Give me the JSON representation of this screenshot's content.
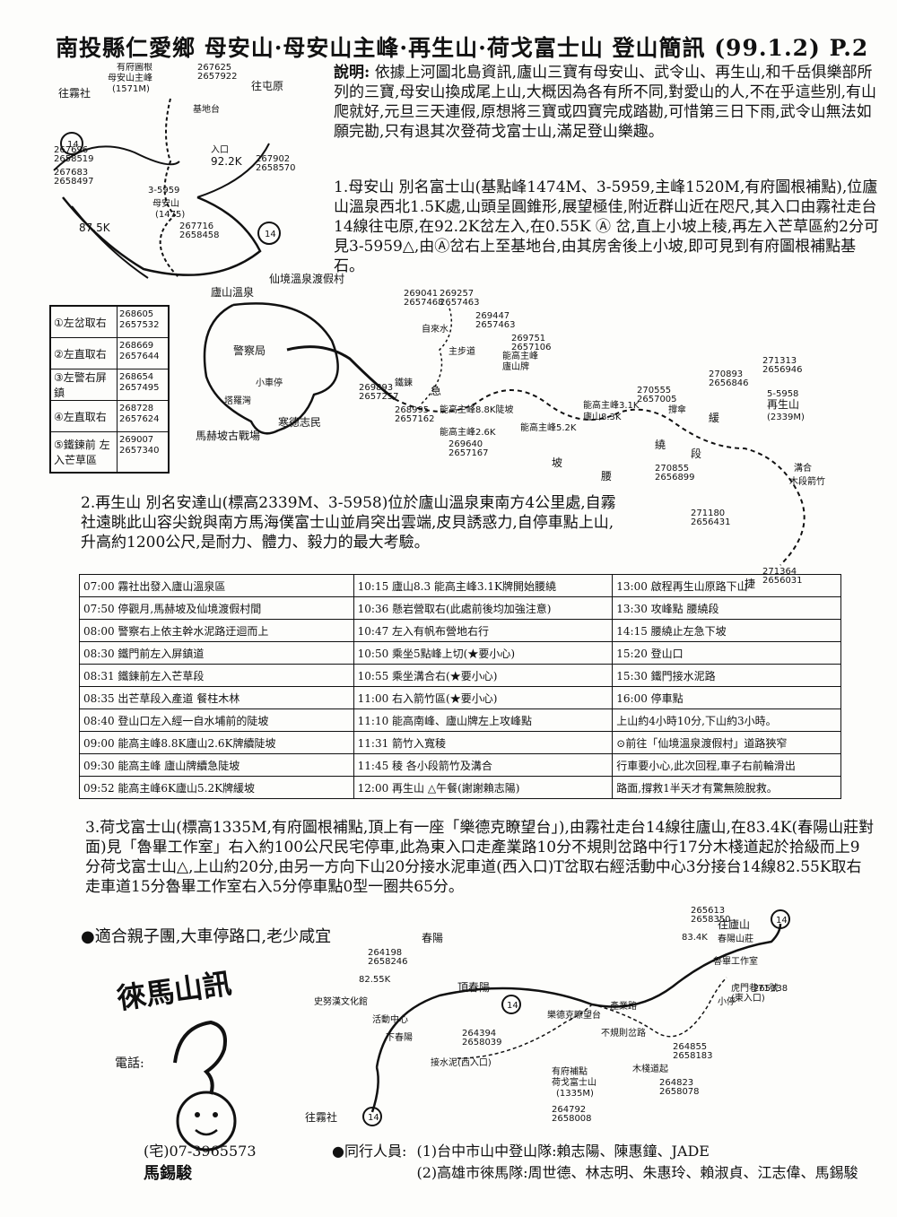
{
  "header": {
    "title": "南投縣仁愛鄉 母安山·母安山主峰·再生山·荷戈富士山 登山簡訊 (99.1.2) P.2"
  },
  "description": {
    "label": "說明:",
    "text": "依據上河圖北島資訊,廬山三寶有母安山、武令山、再生山,和千岳俱樂部所列的三寶,母安山換成尾上山,大概因為各有所不同,對愛山的人,不在乎這些別,有山爬就好,元旦三天連假,原想將三寶或四寶完成踏勘,可惜第三日下雨,武令山無法如願完勘,只有退其次登荷戈富士山,滿足登山樂趣。"
  },
  "section1": {
    "text": "1.母安山 別名富士山(基點峰1474M、3-5959,主峰1520M,有府圖根補點),位廬山溫泉西北1.5K處,山頭呈圓錐形,展望極佳,附近群山近在咫尺,其入口由霧社走台14線往屯原,在92.2K岔左入,在0.55K Ⓐ 岔,直上小坡上稜,再左入芒草區約2分可見3-5959△,由Ⓐ岔右上至基地台,由其房舍後上小坡,即可見到有府圖根補點基石。"
  },
  "map1": {
    "labels": [
      "往霧社",
      "往屯原",
      "有府圖根",
      "母安山主峰",
      "(1571M)",
      "基地台",
      "入口",
      "92.2K",
      "3-5959",
      "母安山",
      "(1475)",
      "87.5K",
      "14",
      "14"
    ],
    "coords": [
      "267625",
      "2657922",
      "267696",
      "2658519",
      "267683",
      "2658497",
      "267902",
      "2658570",
      "267716",
      "2658458"
    ]
  },
  "coord_table": [
    {
      "label": "①左岔取右",
      "e": "268605",
      "n": "2657532"
    },
    {
      "label": "②左直取右",
      "e": "268669",
      "n": "2657644"
    },
    {
      "label": "③左警右屏鎮",
      "e": "268654",
      "n": "2657495"
    },
    {
      "label": "④左直取右",
      "e": "268728",
      "n": "2657624"
    },
    {
      "label": "⑤鐵鍊前 左入芒草區",
      "e": "269007",
      "n": "2657340"
    }
  ],
  "map2": {
    "labels": [
      "廬山溫泉",
      "仙境溫泉渡假村",
      "警察局",
      "小車停",
      "塔羅灣",
      "馬赫坡古戰場",
      "寒德志民",
      "自來水",
      "主步道",
      "能高主峰",
      "廬山牌",
      "能高主峰8.8K陡坡",
      "能高主峰2.6K",
      "能高主峰5.2K",
      "能高主峰3.1K",
      "廬山8.3K",
      "撐傘",
      "鐵鍊",
      "再生山",
      "(2339M)",
      "溝合",
      "木段箭竹",
      "捷",
      "坡",
      "腰",
      "繞",
      "段",
      "緩",
      "急",
      "5-5958"
    ],
    "coords": [
      "269041",
      "2657468",
      "269257",
      "2657463",
      "269447",
      "2657463",
      "269751",
      "2657106",
      "269893",
      "2657257",
      "268995",
      "2657162",
      "269640",
      "2657167",
      "270893",
      "2656846",
      "271313",
      "2656946",
      "271180",
      "2656431",
      "271364",
      "2656031",
      "270555",
      "2657005",
      "270855",
      "2656899"
    ]
  },
  "section2": {
    "text": "2.再生山 別名安達山(標高2339M、3-5958)位於廬山溫泉東南方4公里處,自霧社遠眺此山容尖銳與南方馬海僕富士山並肩突出雲端,皮貝誘惑力,自停車點上山,升高約1200公尺,是耐力、體力、毅力的最大考驗。"
  },
  "schedule": [
    [
      "07:00 霧社出發入廬山溫泉區",
      "10:15 廬山8.3 能高主峰3.1K牌開始腰繞",
      "13:00 啟程再生山原路下山"
    ],
    [
      "07:50 停觀月,馬赫坡及仙境渡假村間",
      "10:36 懸岩營取右(此處前後均加強注意)",
      "13:30 攻峰點 腰繞段"
    ],
    [
      "08:00 警察右上依主幹水泥路迂迴而上",
      "10:47 左入有帆布營地右行",
      "14:15 腰繞止左急下坡"
    ],
    [
      "08:30 鐵門前左入屏鎮道",
      "10:50 乘坐5點峰上切(★要小心)",
      "15:20 登山口"
    ],
    [
      "08:31 鐵鍊前左入芒草段",
      "10:55 乘坐溝合右(★要小心)",
      "15:30 鐵門接水泥路"
    ],
    [
      "08:35 出芒草段入產道 餐柱木林",
      "11:00 右入箭竹區(★要小心)",
      "16:00 停車點"
    ],
    [
      "08:40 登山口左入經一自水埔前的陡坡",
      "11:10 能高南峰、廬山牌左上攻峰點",
      "上山約4小時10分,下山約3小時。"
    ],
    [
      "09:00 能高主峰8.8K廬山2.6K牌續陡坡",
      "11:31 箭竹入寬稜",
      "⊙前往「仙境溫泉渡假村」道路狹窄"
    ],
    [
      "09:30 能高主峰 廬山牌續急陡坡",
      "11:45 稜 各小段箭竹及溝合",
      "行車要小心,此次回程,車子右前輪滑出"
    ],
    [
      "09:52 能高主峰6K廬山5.2K牌緩坡",
      "12:00 再生山 △午餐(謝謝賴志陽)",
      "路面,撐救1半天才有驚無險脫救。"
    ]
  ],
  "section3": {
    "text": "3.荷戈富士山(標高1335M,有府圖根補點,頂上有一座「樂德克瞭望台」),由霧社走台14線往廬山,在83.4K(春陽山莊對面)見「魯畢工作室」右入約100公尺民宅停車,此為東入口走產業路10分不規則岔路中行17分木棧道起於拾級而上9分荷戈富士山△,上山約20分,由另一方向下山20分接水泥車道(西入口)T岔取右經活動中心3分接台14線82.55K取右走車道15分魯畢工作室右入5分停車點0型一圈共65分。"
  },
  "suitable": {
    "text": "●適合親子團,大車停路口,老少咸宜"
  },
  "map3": {
    "labels": [
      "往廬山",
      "春陽山莊",
      "14",
      "83.4K",
      "魯畢工作室",
      "小停",
      "虎門巷71號",
      "(東入口)",
      "頂春陽",
      "14",
      "春陽",
      "82.55K",
      "樂德克瞭望台",
      "產業路",
      "不規則岔路",
      "木棧道起",
      "下春陽",
      "接水泥(西入口)",
      "荷戈富士山",
      "(1335M)",
      "有府補點",
      "往霧社",
      "14",
      "活動中心",
      "史努漢文化館"
    ],
    "coords": [
      "265613",
      "2658350",
      "264198",
      "2658246",
      "264394",
      "2658039",
      "264855",
      "2658183",
      "264823",
      "2658078",
      "264792",
      "2658008",
      "265338"
    ]
  },
  "stamp": {
    "text": "徠馬山訊",
    "phone_label": "電話:",
    "phone": "(宅)07-3965573",
    "name": "馬錫駿"
  },
  "companions": {
    "label": "●同行人員:",
    "line1": "(1)台中市山中登山隊:賴志陽、陳惠鐘、JADE",
    "line2": "(2)高雄市徠馬隊:周世德、林志明、朱惠玲、賴淑貞、江志偉、馬錫駿"
  }
}
